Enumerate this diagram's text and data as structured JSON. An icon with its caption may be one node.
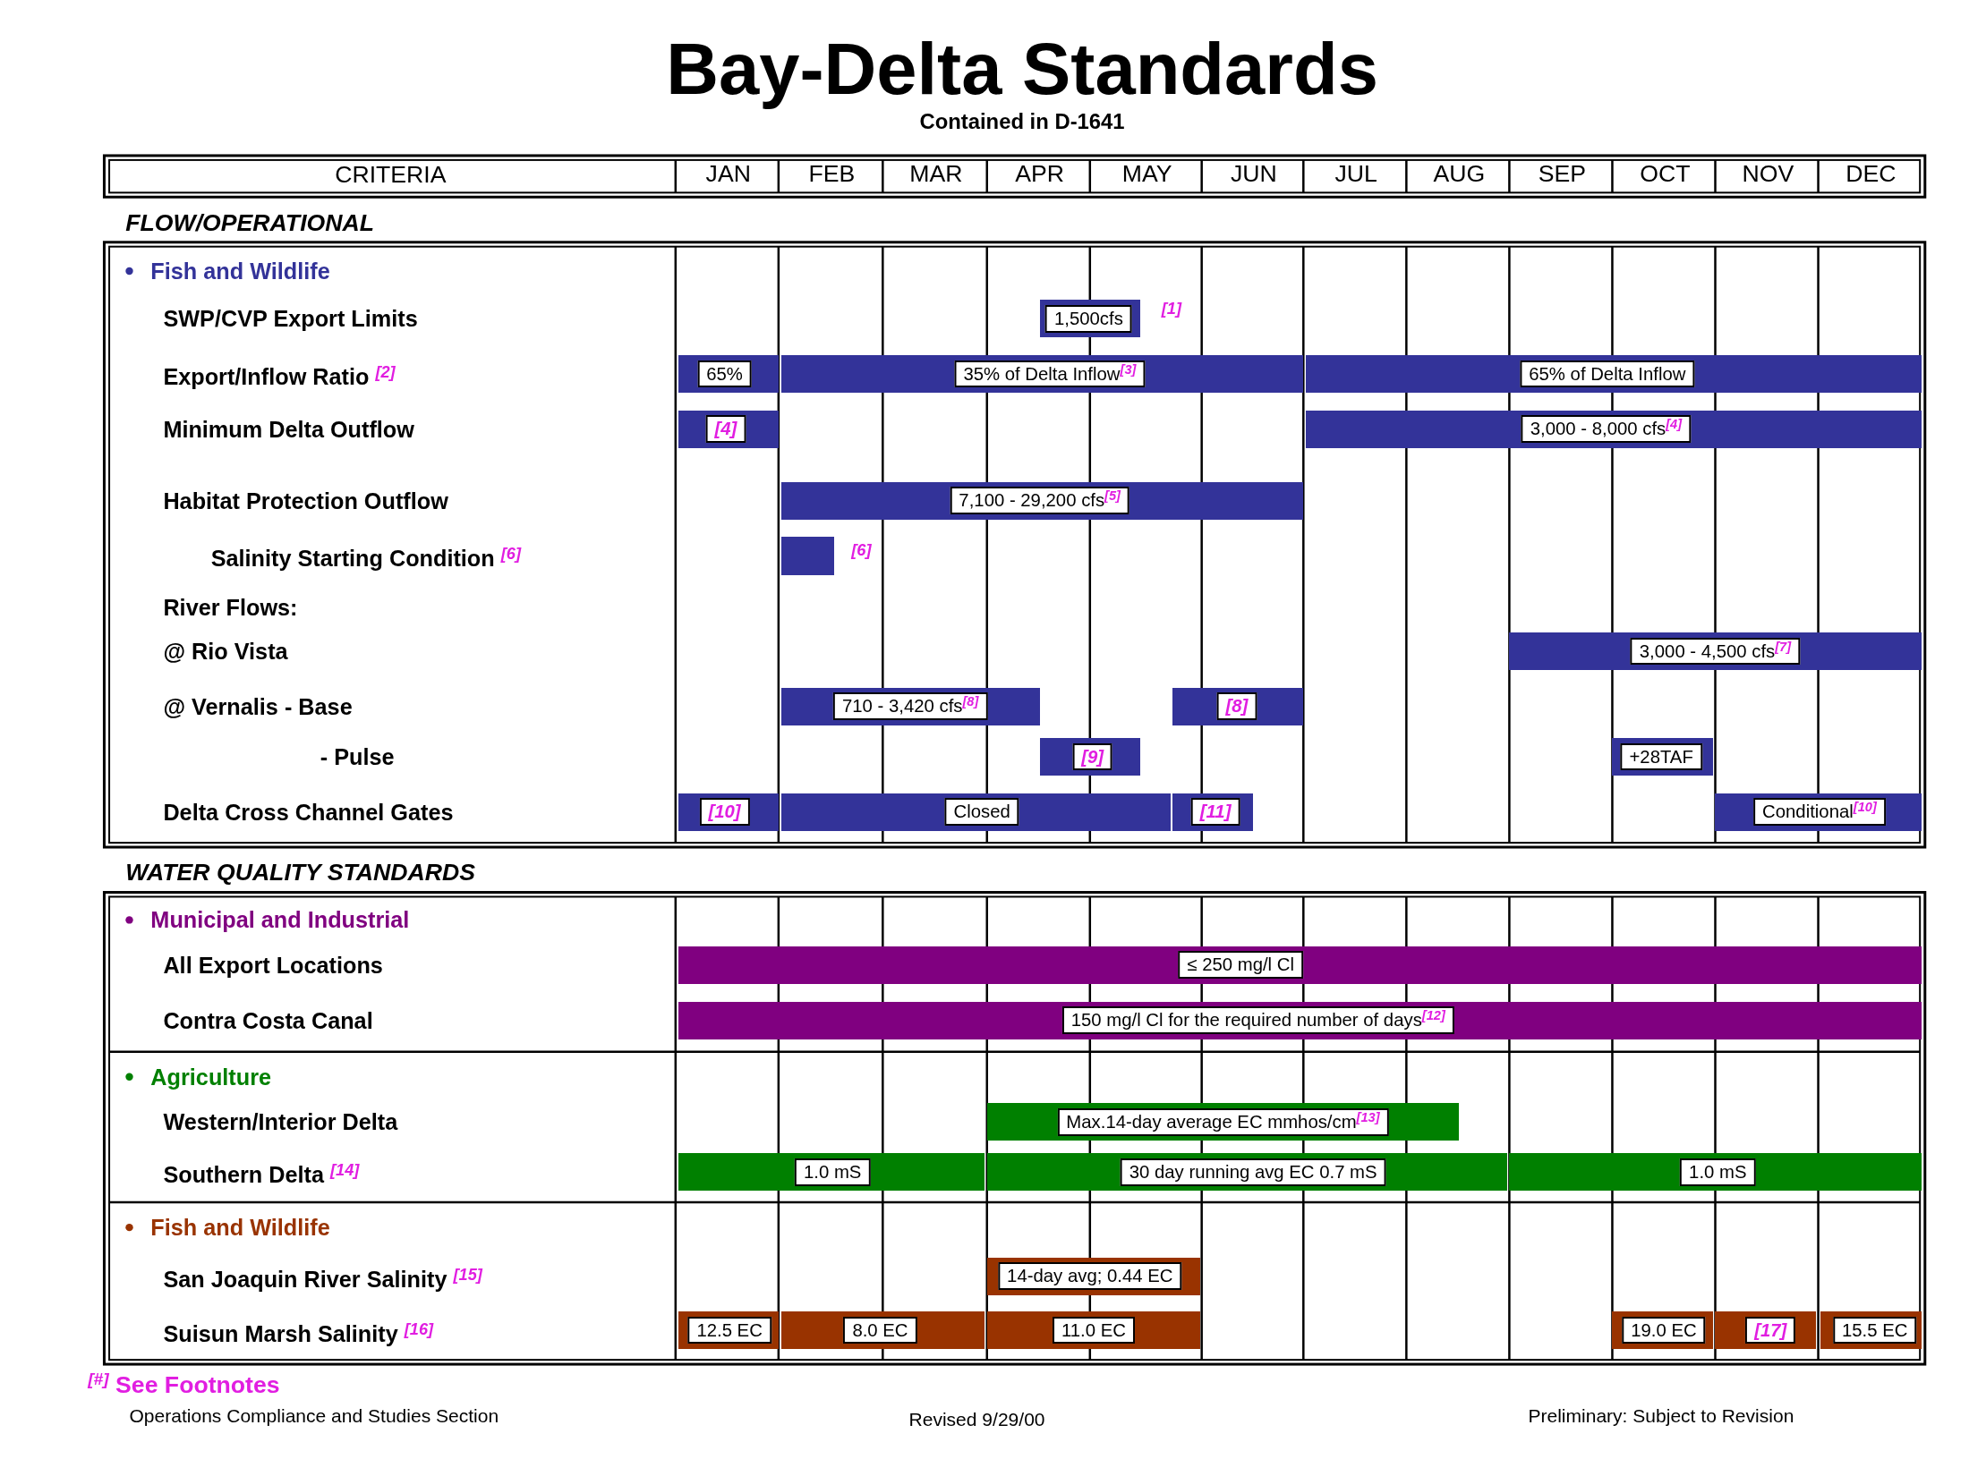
{
  "diagram": {
    "title": "Bay-Delta Standards",
    "nodes": [
      {
        "text": [
          "1,500cfs"
        ],
        "beside": [
          "[1]"
        ]
      },
      {
        "text": [
          "65%"
        ]
      },
      {
        "text": [
          "35% of Delta Inflow$^{[3]}$"
        ]
      },
      {
        "text": [
          "65% of Delta Inflow"
        ]
      },
      {
        "text": [
          "[4]"
        ]
      },
      {
        "text": [
          "3,000 - 8,000 cfs$^{[4]}$"
        ]
      },
      {
        "text": [
          "7,100 - 29,200 cfs$^{[5]}$"
        ]
      },
      {
        "text": [],
        "shape": "bar",
        "beside": [
          "[6]"
        ]
      },
      {
        "text": [
          "3,000 - 4,500 cfs$^{[7]}$"
        ]
      },
      {
        "text": [
          "710 - 3,420 cfs$^{[8]}$"
        ]
      },
      {
        "text": [
          "[8]"
        ]
      },
      {
        "text": [
          "[9]"
        ]
      },
      {
        "text": [
          "+28TAF"
        ]
      },
      {
        "text": [
          "[10]"
        ]
      },
      {
        "text": [
          "Closed"
        ]
      },
      {
        "text": [
          "[11]"
        ]
      },
      {
        "text": [
          "Conditional$^{[10]}$"
        ]
      },
      {
        "text": [
          "≤ 250 mg/l Cl"
        ]
      },
      {
        "text": [
          "150 mg/l Cl for the required number of days$^{[12]}$"
        ]
      },
      {
        "text": [
          "Max.14-day average EC mmhos/cm$^{[13]}$"
        ]
      },
      {
        "text": [
          "1.0 mS"
        ]
      },
      {
        "text": [
          "30 day running avg EC 0.7 mS"
        ]
      },
      {
        "text": [
          "1.0 mS"
        ]
      },
      {
        "text": [
          "14-day avg; 0.44 EC"
        ]
      },
      {
        "text": [
          "12.5 EC"
        ]
      },
      {
        "text": [
          "8.0 EC"
        ]
      },
      {
        "text": [
          "11.0 EC"
        ]
      },
      {
        "text": [
          "19.0 EC"
        ]
      },
      {
        "text": [
          "[17]"
        ]
      },
      {
        "text": [
          "15.5 EC"
        ]
      }
    ],
    "labels": [
      "Contained in D-1641",
      "CRITERIA",
      "JAN",
      "FEB",
      "MAR",
      "APR",
      "MAY",
      "JUN",
      "JUL",
      "AUG",
      "SEP",
      "OCT",
      "NOV",
      "DEC",
      "FLOW/OPERATIONAL",
      "Fish and Wildlife",
      "SWP/CVP Export Limits",
      "Export/Inflow Ratio $^{[2]}$",
      "Minimum Delta Outflow",
      "Habitat Protection Outflow",
      "Salinity Starting Condition $^{[6]}$",
      "River Flows:",
      "@ Rio Vista",
      "@ Vernalis - Base",
      "- Pulse",
      "Delta Cross Channel Gates",
      "WATER QUALITY STANDARDS",
      "Municipal and Industrial",
      "All Export Locations",
      "Contra Costa Canal",
      "Agriculture",
      "Western/Interior Delta",
      "Southern Delta $^{[14]}$",
      "Fish and Wildlife",
      "San Joaquin River Salinity $^{[15]}$",
      "Suisun Marsh Salinity $^{[16]}$",
      "$^{[#]}$ See Footnotes",
      "Operations Compliance and Studies Section",
      "Revised 9/29/00",
      "Preliminary: Subject to Revision"
    ]
  }
}
